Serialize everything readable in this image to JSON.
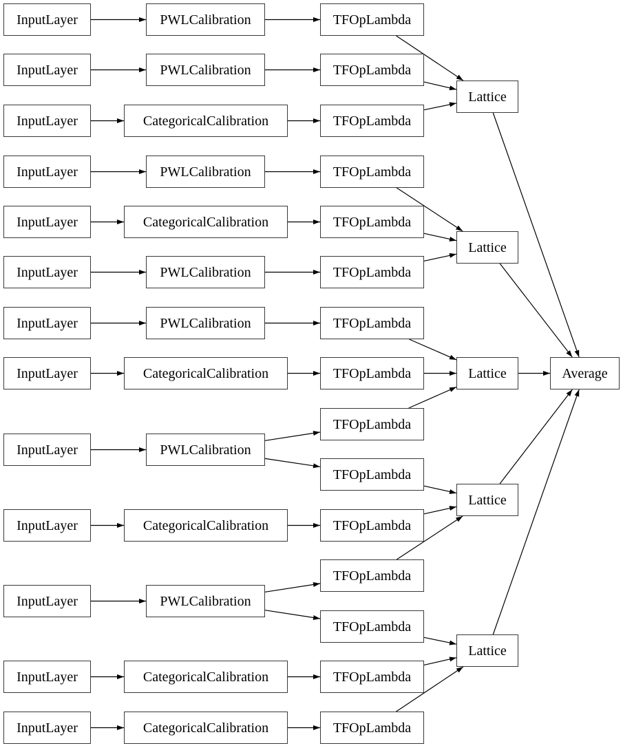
{
  "diagram": {
    "kind": "keras-model-architecture-graph",
    "colors": {
      "background": "#ffffff",
      "node_fill": "#ffffff",
      "node_border": "#383838",
      "edge": "#000000",
      "text": "#000000"
    },
    "node_type_labels": {
      "input_layer": "InputLayer",
      "pwl_calibration": "PWLCalibration",
      "categorical_calibration": "CategoricalCalibration",
      "tf_op_lambda": "TFOpLambda",
      "lattice": "Lattice",
      "average": "Average"
    },
    "nodes": [
      {
        "id": "il1",
        "label": "InputLayer"
      },
      {
        "id": "il2",
        "label": "InputLayer"
      },
      {
        "id": "il3",
        "label": "InputLayer"
      },
      {
        "id": "il4",
        "label": "InputLayer"
      },
      {
        "id": "il5",
        "label": "InputLayer"
      },
      {
        "id": "il6",
        "label": "InputLayer"
      },
      {
        "id": "il7",
        "label": "InputLayer"
      },
      {
        "id": "il8",
        "label": "InputLayer"
      },
      {
        "id": "il9",
        "label": "InputLayer"
      },
      {
        "id": "il10",
        "label": "InputLayer"
      },
      {
        "id": "il11",
        "label": "InputLayer"
      },
      {
        "id": "il12",
        "label": "InputLayer"
      },
      {
        "id": "il13",
        "label": "InputLayer"
      },
      {
        "id": "cal1",
        "label": "PWLCalibration"
      },
      {
        "id": "cal2",
        "label": "PWLCalibration"
      },
      {
        "id": "cal3",
        "label": "CategoricalCalibration"
      },
      {
        "id": "cal4",
        "label": "PWLCalibration"
      },
      {
        "id": "cal5",
        "label": "CategoricalCalibration"
      },
      {
        "id": "cal6",
        "label": "PWLCalibration"
      },
      {
        "id": "cal7",
        "label": "PWLCalibration"
      },
      {
        "id": "cal8",
        "label": "CategoricalCalibration"
      },
      {
        "id": "cal9",
        "label": "PWLCalibration"
      },
      {
        "id": "cal10",
        "label": "CategoricalCalibration"
      },
      {
        "id": "cal11",
        "label": "PWLCalibration"
      },
      {
        "id": "cal12",
        "label": "CategoricalCalibration"
      },
      {
        "id": "cal13",
        "label": "CategoricalCalibration"
      },
      {
        "id": "tf1",
        "label": "TFOpLambda"
      },
      {
        "id": "tf2",
        "label": "TFOpLambda"
      },
      {
        "id": "tf3",
        "label": "TFOpLambda"
      },
      {
        "id": "tf4",
        "label": "TFOpLambda"
      },
      {
        "id": "tf5",
        "label": "TFOpLambda"
      },
      {
        "id": "tf6",
        "label": "TFOpLambda"
      },
      {
        "id": "tf7",
        "label": "TFOpLambda"
      },
      {
        "id": "tf8",
        "label": "TFOpLambda"
      },
      {
        "id": "tf9",
        "label": "TFOpLambda"
      },
      {
        "id": "tf10",
        "label": "TFOpLambda"
      },
      {
        "id": "tf11",
        "label": "TFOpLambda"
      },
      {
        "id": "tf12",
        "label": "TFOpLambda"
      },
      {
        "id": "tf13",
        "label": "TFOpLambda"
      },
      {
        "id": "tf14",
        "label": "TFOpLambda"
      },
      {
        "id": "tf15",
        "label": "TFOpLambda"
      },
      {
        "id": "lat1",
        "label": "Lattice"
      },
      {
        "id": "lat2",
        "label": "Lattice"
      },
      {
        "id": "lat3",
        "label": "Lattice"
      },
      {
        "id": "lat4",
        "label": "Lattice"
      },
      {
        "id": "lat5",
        "label": "Lattice"
      },
      {
        "id": "avg",
        "label": "Average"
      }
    ],
    "edges": [
      [
        "il1",
        "cal1"
      ],
      [
        "cal1",
        "tf1"
      ],
      [
        "il2",
        "cal2"
      ],
      [
        "cal2",
        "tf2"
      ],
      [
        "il3",
        "cal3"
      ],
      [
        "cal3",
        "tf3"
      ],
      [
        "il4",
        "cal4"
      ],
      [
        "cal4",
        "tf4"
      ],
      [
        "il5",
        "cal5"
      ],
      [
        "cal5",
        "tf5"
      ],
      [
        "il6",
        "cal6"
      ],
      [
        "cal6",
        "tf6"
      ],
      [
        "il7",
        "cal7"
      ],
      [
        "cal7",
        "tf7"
      ],
      [
        "il8",
        "cal8"
      ],
      [
        "cal8",
        "tf8"
      ],
      [
        "il9",
        "cal9"
      ],
      [
        "cal9",
        "tf9"
      ],
      [
        "cal9",
        "tf10"
      ],
      [
        "il10",
        "cal10"
      ],
      [
        "cal10",
        "tf11"
      ],
      [
        "il11",
        "cal11"
      ],
      [
        "cal11",
        "tf12"
      ],
      [
        "cal11",
        "tf13"
      ],
      [
        "il12",
        "cal12"
      ],
      [
        "cal12",
        "tf14"
      ],
      [
        "il13",
        "cal13"
      ],
      [
        "cal13",
        "tf15"
      ],
      [
        "tf1",
        "lat1"
      ],
      [
        "tf2",
        "lat1"
      ],
      [
        "tf3",
        "lat1"
      ],
      [
        "tf4",
        "lat2"
      ],
      [
        "tf5",
        "lat2"
      ],
      [
        "tf6",
        "lat2"
      ],
      [
        "tf7",
        "lat3"
      ],
      [
        "tf8",
        "lat3"
      ],
      [
        "tf9",
        "lat3"
      ],
      [
        "tf10",
        "lat4"
      ],
      [
        "tf11",
        "lat4"
      ],
      [
        "tf12",
        "lat4"
      ],
      [
        "tf13",
        "lat5"
      ],
      [
        "tf14",
        "lat5"
      ],
      [
        "tf15",
        "lat5"
      ],
      [
        "lat1",
        "avg"
      ],
      [
        "lat2",
        "avg"
      ],
      [
        "lat3",
        "avg"
      ],
      [
        "lat4",
        "avg"
      ],
      [
        "lat5",
        "avg"
      ]
    ]
  }
}
